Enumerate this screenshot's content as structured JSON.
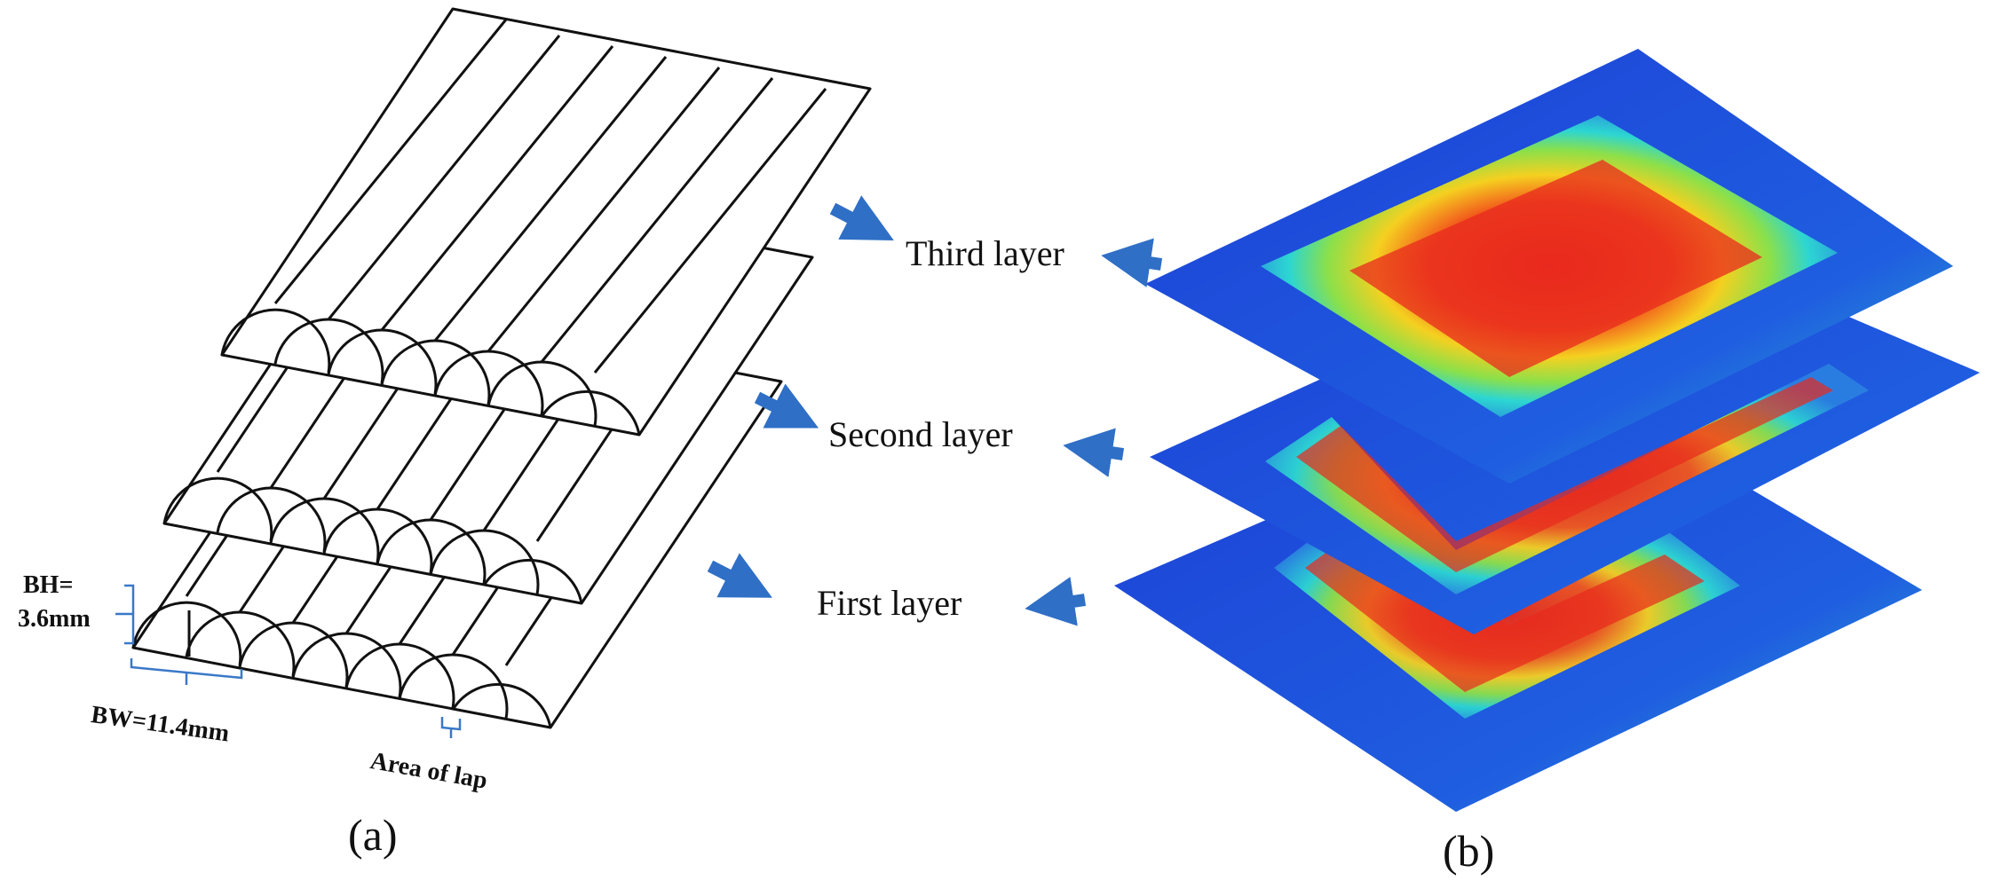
{
  "panel_a": {
    "label": "(a)",
    "dimensions": {
      "bh_line1": "BH=",
      "bh_line2": "3.6mm",
      "bw": "BW=11.4mm",
      "lap": "Area of lap"
    }
  },
  "panel_b": {
    "label": "(b)"
  },
  "layers": {
    "third": "Third layer",
    "second": "Second layer",
    "first": "First layer"
  },
  "colors": {
    "arrow": "#2f6fc6",
    "bracket": "#3a78c8",
    "scan_base": "#1f49d8",
    "scan_edge": "#2cb8e0",
    "scan_mid": "#f5d020",
    "scan_core": "#e8291d"
  }
}
